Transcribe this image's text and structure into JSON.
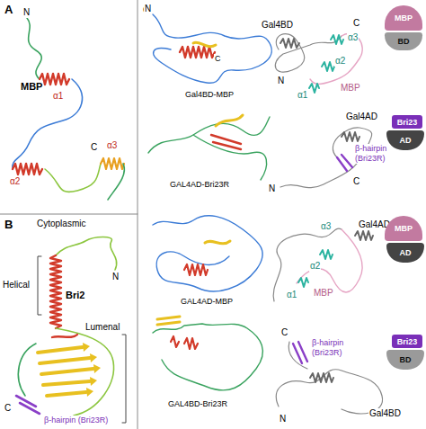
{
  "diagram": {
    "nodes": [
      {
        "text": [
          "MBP"
        ]
      },
      {
        "text": [
          "BD"
        ]
      },
      {
        "text": [
          "Bri23"
        ]
      },
      {
        "text": [
          "AD"
        ]
      },
      {
        "text": [
          "MBP"
        ]
      },
      {
        "text": [
          "AD"
        ]
      },
      {
        "text": [
          "Bri23"
        ]
      },
      {
        "text": [
          "BD"
        ]
      }
    ],
    "labels": [
      "A",
      "N",
      "MBP",
      "α1",
      "α2",
      "C",
      "α3",
      "B",
      "Cytoplasmic",
      "Helical",
      "Bri2",
      "N",
      "Lumenal",
      "C",
      "β-hairpin (Bri23R)",
      "C",
      "N",
      "C",
      "Gal4BD-MBP",
      "C",
      "Gal4BD",
      "α3",
      "α2",
      "α1",
      "N",
      "MBP",
      "GAL4AD-Bri23R",
      "Gal4AD",
      "N",
      "β-hairpin (Bri23R)",
      "C",
      "GAL4AD-MBP",
      "Gal4AD",
      "α3",
      "α2",
      "α1",
      "MBP",
      "GAL4BD-Bri23R",
      "C",
      "β-hairpin (Bri23R)",
      "Gal4BD",
      "N"
    ]
  }
}
